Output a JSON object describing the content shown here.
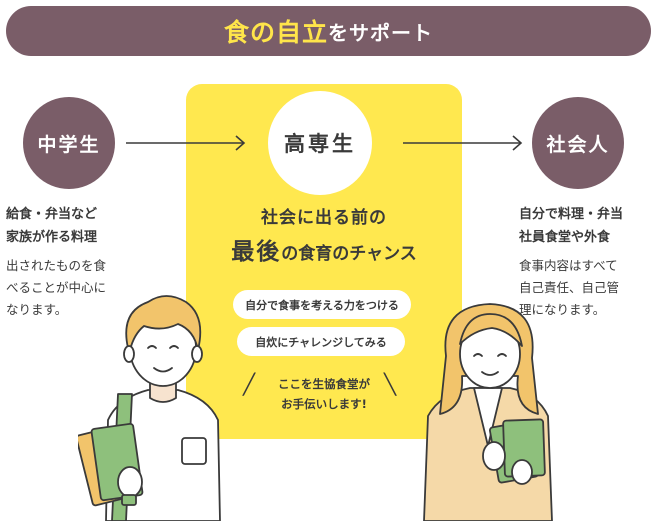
{
  "banner": {
    "highlight": "食の自立",
    "normal": "をサポート"
  },
  "stages": {
    "left": "中学生",
    "center": "高専生",
    "right": "社会人"
  },
  "left_col": {
    "heading1": "給食・弁当など",
    "heading2": "家族が作る料理",
    "body1": "出されたものを食",
    "body2": "べることが中心に",
    "body3": "なります。"
  },
  "center_col": {
    "title1": "社会に出る前の",
    "title2_emph": "最後",
    "title2_rest": "の食育のチャンス",
    "pill1": "自分で食事を考える力をつける",
    "pill2": "自炊にチャレンジしてみる",
    "callout1": "ここを生協食堂が",
    "callout2": "お手伝いします!"
  },
  "right_col": {
    "heading1": "自分で料理・弁当",
    "heading2": "社員食堂や外食",
    "body1": "食事内容はすべて",
    "body2": "自己責任、自己管",
    "body3": "理になります。"
  },
  "colors": {
    "plum": "#7a5d68",
    "yellow": "#ffe84f",
    "banner_accent": "#ffe54a",
    "text": "#3a3a3a"
  }
}
